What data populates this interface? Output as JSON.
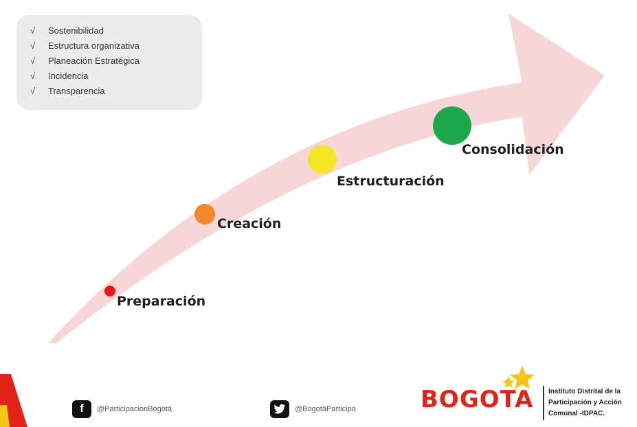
{
  "checklist": {
    "check_mark": "√",
    "items": [
      "Sostenibilidad",
      "Estructura organizativa",
      "Planeación Estratégica",
      "Incidencia",
      "Transparencia"
    ]
  },
  "stages": [
    {
      "label": "Preparación",
      "color": "#e8131b"
    },
    {
      "label": "Creación",
      "color": "#f0892a"
    },
    {
      "label": "Estructuración",
      "color": "#f2e722"
    },
    {
      "label": "Consolidación",
      "color": "#1aa84a"
    }
  ],
  "arrow_color": "#f6d6d6",
  "footer": {
    "facebook_icon": "f",
    "facebook_handle": "@ParticipaciónBogotá",
    "twitter_handle": "@BogotáParticipa",
    "logo_word": "BOGOTA",
    "institute_lines": [
      "Instituto Distrital de la",
      "Participación y Acción",
      "Comunal -IDPAC."
    ]
  }
}
